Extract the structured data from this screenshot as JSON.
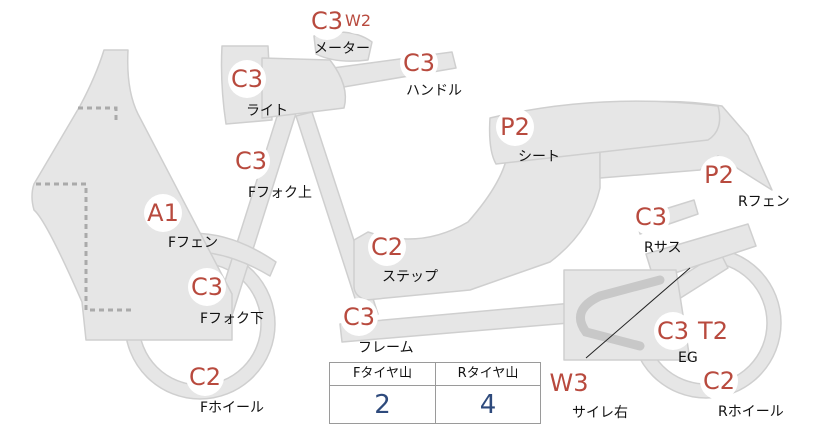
{
  "colors": {
    "body_fill": "#e6e6e6",
    "body_stroke": "#cfcfcf",
    "badge_text": "#b84a3e",
    "label_text": "#111111",
    "table_value": "#2e4a7c",
    "dotted_line": "#aaaaaa"
  },
  "parts": [
    {
      "id": "meter",
      "code": "C3",
      "extra_code": "W2",
      "label": "メーター"
    },
    {
      "id": "handle",
      "code": "C3",
      "label": "ハンドル"
    },
    {
      "id": "light",
      "code": "C3",
      "label": "ライト"
    },
    {
      "id": "seat",
      "code": "P2",
      "label": "シート"
    },
    {
      "id": "fork-upper",
      "code": "C3",
      "label": "Fフォク上"
    },
    {
      "id": "r-fender",
      "code": "P2",
      "label": "Rフェン"
    },
    {
      "id": "f-fender",
      "code": "A1",
      "label": "Fフェン"
    },
    {
      "id": "r-suspension",
      "code": "C3",
      "label": "Rサス"
    },
    {
      "id": "step",
      "code": "C2",
      "label": "ステップ"
    },
    {
      "id": "fork-lower",
      "code": "C3",
      "label": "Fフォク下"
    },
    {
      "id": "frame",
      "code": "C3",
      "label": "フレーム"
    },
    {
      "id": "engine",
      "code": "C3",
      "extra_code": "T2",
      "label": "EG"
    },
    {
      "id": "f-wheel",
      "code": "C2",
      "label": "Fホイール"
    },
    {
      "id": "sidewall-right",
      "code": "W3",
      "label": "サイレ右"
    },
    {
      "id": "r-wheel",
      "code": "C2",
      "label": "Rホイール"
    }
  ],
  "tire_table": {
    "front_header": "Fタイヤ山",
    "rear_header": "Rタイヤ山",
    "front_value": "2",
    "rear_value": "4"
  }
}
